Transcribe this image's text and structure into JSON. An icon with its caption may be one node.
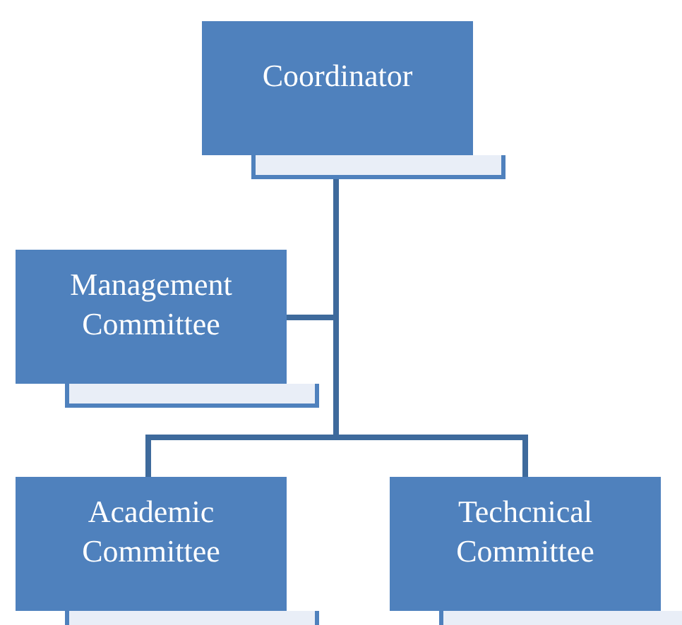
{
  "diagram": {
    "nodes": [
      {
        "text": [
          "Coordinator"
        ]
      },
      {
        "text": [],
        "shape": "box"
      },
      {
        "text": [
          "Management Committee"
        ]
      },
      {
        "text": [],
        "shape": "box"
      },
      {
        "text": [
          "Academic Committee"
        ]
      },
      {
        "text": [],
        "shape": "box"
      },
      {
        "text": [
          "Techcnical Committee"
        ]
      },
      {
        "text": [],
        "shape": "box"
      }
    ],
    "edges": [
      {
        "from": 1,
        "to": 2,
        "arrow": "none"
      },
      {
        "from": 1,
        "to": 4,
        "arrow": "none"
      },
      {
        "from": 1,
        "to": 6,
        "arrow": "none"
      }
    ]
  }
}
